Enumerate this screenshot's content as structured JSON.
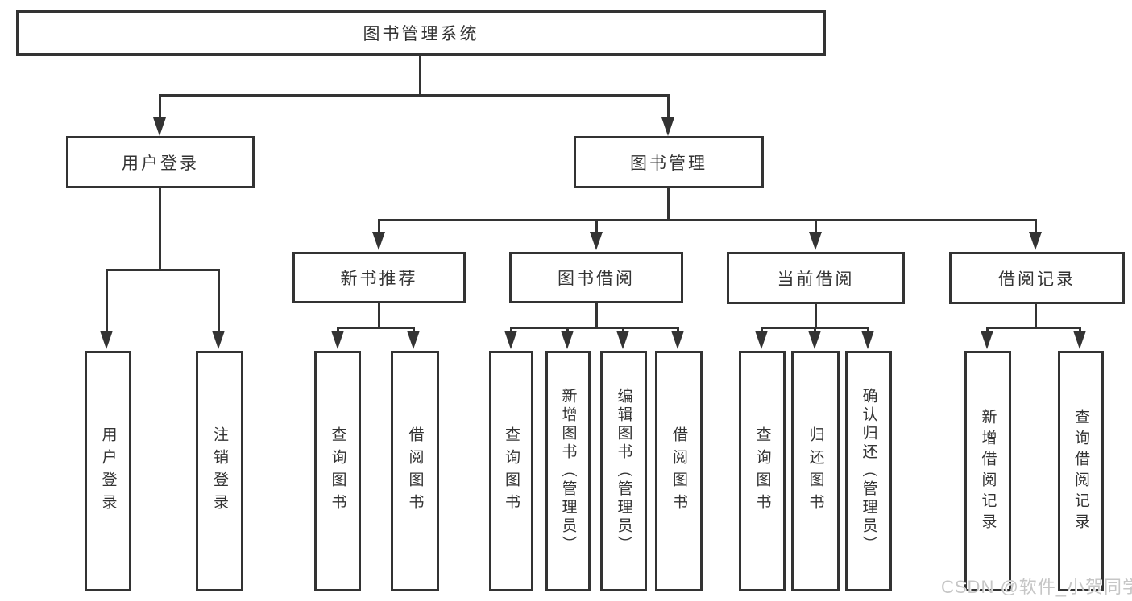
{
  "diagram": {
    "title": "图书管理系统",
    "root": {
      "label": "图书管理系统"
    },
    "level2": [
      {
        "label": "用户登录"
      },
      {
        "label": "图书管理"
      }
    ],
    "level3": [
      {
        "label": "新书推荐"
      },
      {
        "label": "图书借阅"
      },
      {
        "label": "当前借阅"
      },
      {
        "label": "借阅记录"
      }
    ],
    "leaves": [
      {
        "label": "用户登录"
      },
      {
        "label": "注销登录"
      },
      {
        "label": "查询图书"
      },
      {
        "label": "借阅图书"
      },
      {
        "label": "查询图书"
      },
      {
        "label": "新增图书（管理员）"
      },
      {
        "label": "编辑图书（管理员）"
      },
      {
        "label": "借阅图书"
      },
      {
        "label": "查询图书"
      },
      {
        "label": "归还图书"
      },
      {
        "label": "确认归还（管理员）"
      },
      {
        "label": "新增借阅记录"
      },
      {
        "label": "查询借阅记录"
      }
    ]
  },
  "watermark": {
    "text": "CSDN @软件_小贺同学"
  },
  "colors": {
    "line": "#333333",
    "text": "#333333",
    "background": "#ffffff",
    "watermark": "#c6c6c6"
  }
}
